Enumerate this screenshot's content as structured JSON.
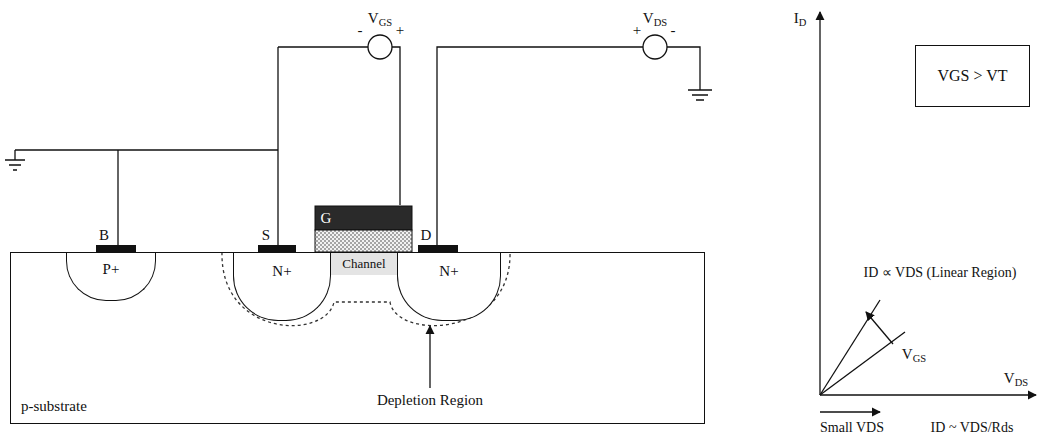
{
  "diagram": {
    "nodes": [
      {
        "text": [
          "p-substrate"
        ]
      },
      {
        "text": [
          "P+"
        ],
        "in": 0
      },
      {
        "text": [
          "N+"
        ],
        "in": 0
      },
      {
        "text": [
          "Channel"
        ],
        "in": 0
      },
      {
        "text": [
          "N+"
        ],
        "in": 0
      },
      {
        "text": [
          "VGS > VT"
        ]
      }
    ],
    "labels": [
      "VGS",
      "-",
      "+",
      "VDS",
      "+",
      "-",
      "B",
      "S",
      "G",
      "D",
      "Depletion Region",
      "ID",
      "ID ∝ VDS (Linear Region)",
      "VGS",
      "VDS",
      "Small VDS",
      "ID ~ VDS/Rds"
    ]
  }
}
